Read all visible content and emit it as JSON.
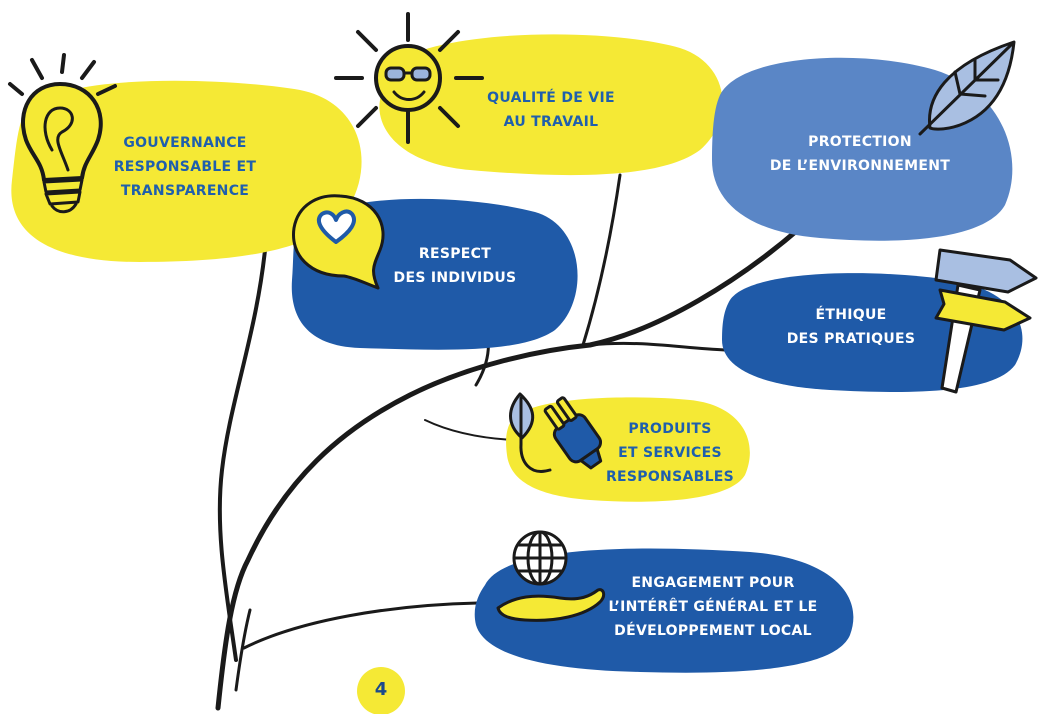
{
  "colors": {
    "yellow": "#f5e935",
    "dark_blue": "#1f5aa8",
    "light_blue": "#5a86c6",
    "pale_blue": "#a9bfe2",
    "branch": "#1a1a1a",
    "ink": "#1a1a1a"
  },
  "nodes": [
    {
      "id": "gouvernance",
      "lines": [
        "GOUVERNANCE",
        "RESPONSABLE ET",
        "TRANSPARENCE"
      ],
      "color": "yellow",
      "icon": "lightbulb-icon"
    },
    {
      "id": "qualite",
      "lines": [
        "QUALITÉ DE VIE",
        "AU TRAVAIL"
      ],
      "color": "yellow",
      "icon": "sun-with-sunglasses-icon"
    },
    {
      "id": "environnement",
      "lines": [
        "PROTECTION",
        "DE L’ENVIRONNEMENT"
      ],
      "color": "light_blue",
      "icon": "leaf-icon"
    },
    {
      "id": "respect",
      "lines": [
        "RESPECT",
        "DES INDIVIDUS"
      ],
      "color": "dark_blue",
      "icon": "heart-speech-bubble-icon"
    },
    {
      "id": "ethique",
      "lines": [
        "ÉTHIQUE",
        "DES PRATIQUES"
      ],
      "color": "dark_blue",
      "icon": "signpost-icon"
    },
    {
      "id": "produits",
      "lines": [
        "PRODUITS",
        "ET SERVICES",
        "RESPONSABLES"
      ],
      "color": "yellow",
      "icon": "leaf-plug-icon"
    },
    {
      "id": "engagement",
      "lines": [
        "ENGAGEMENT POUR",
        "L’INTÉRÊT GÉNÉRAL ET LE",
        "DÉVELOPPEMENT LOCAL"
      ],
      "color": "dark_blue",
      "icon": "globe-in-hand-icon"
    }
  ],
  "page_number": "4"
}
